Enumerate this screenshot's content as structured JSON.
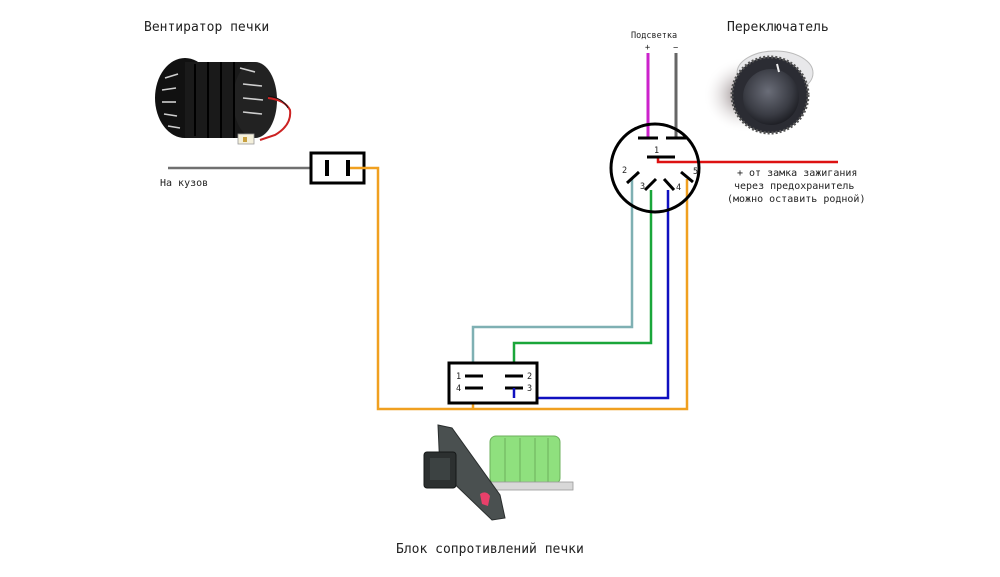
{
  "labels": {
    "fan_title": "Вентиратор печки",
    "ground": "На кузов",
    "switch_title": "Переключатель",
    "backlight": "Подсветка",
    "backlight_plus": "+",
    "backlight_minus": "−",
    "ignition_line1": "+ от замка зажигания",
    "ignition_line2": "через предохранитель",
    "ignition_line3": "(можно оставить родной)",
    "resistor_title": "Блок сопротивлений печки"
  },
  "switch_pins": [
    "1",
    "2",
    "3",
    "4",
    "5"
  ],
  "resistor_pins": [
    "1",
    "2",
    "3",
    "4"
  ],
  "wire_colors": {
    "ground": "#707070",
    "backlight_plus": "#cc22cc",
    "backlight_minus": "#666666",
    "ignition": "#dd1111",
    "pin2_to_res1": "#7fb0b3",
    "pin3_to_res2": "#1aa63a",
    "pin4_to_res3": "#1010c0",
    "pin5_common": "#f0a020"
  }
}
